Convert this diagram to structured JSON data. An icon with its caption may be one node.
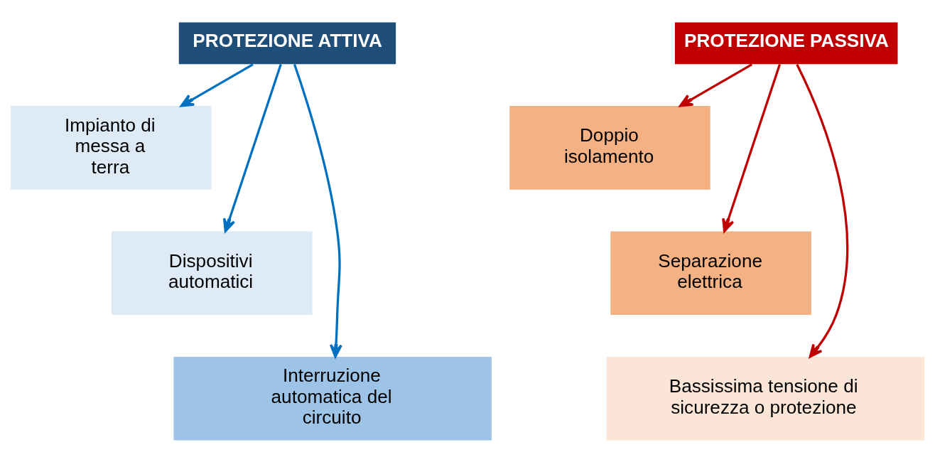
{
  "diagram": {
    "nodes": [
      {
        "text": [
          "PROTEZIONE ATTIVA"
        ]
      },
      {
        "text": [
          "Impianto di messa a terra"
        ]
      },
      {
        "text": [
          "Dispositivi automatici"
        ]
      },
      {
        "text": [
          "Interruzione automatica del circuito"
        ]
      },
      {
        "text": [
          "PROTEZIONE PASSIVA"
        ]
      },
      {
        "text": [
          "Doppio isolamento"
        ]
      },
      {
        "text": [
          "Separazione elettrica"
        ]
      },
      {
        "text": [
          "Bassissima tensione di sicurezza o protezione"
        ]
      }
    ],
    "edges": [
      {
        "from": 0,
        "to": 1,
        "arrow": "to",
        "color": "#0070c0"
      },
      {
        "from": 0,
        "to": 2,
        "arrow": "to",
        "color": "#0070c0"
      },
      {
        "from": 0,
        "to": 3,
        "arrow": "to",
        "color": "#0070c0"
      },
      {
        "from": 4,
        "to": 5,
        "arrow": "to",
        "color": "#c00000"
      },
      {
        "from": 4,
        "to": 6,
        "arrow": "to",
        "color": "#c00000"
      },
      {
        "from": 4,
        "to": 7,
        "arrow": "to",
        "color": "#c00000"
      }
    ]
  }
}
